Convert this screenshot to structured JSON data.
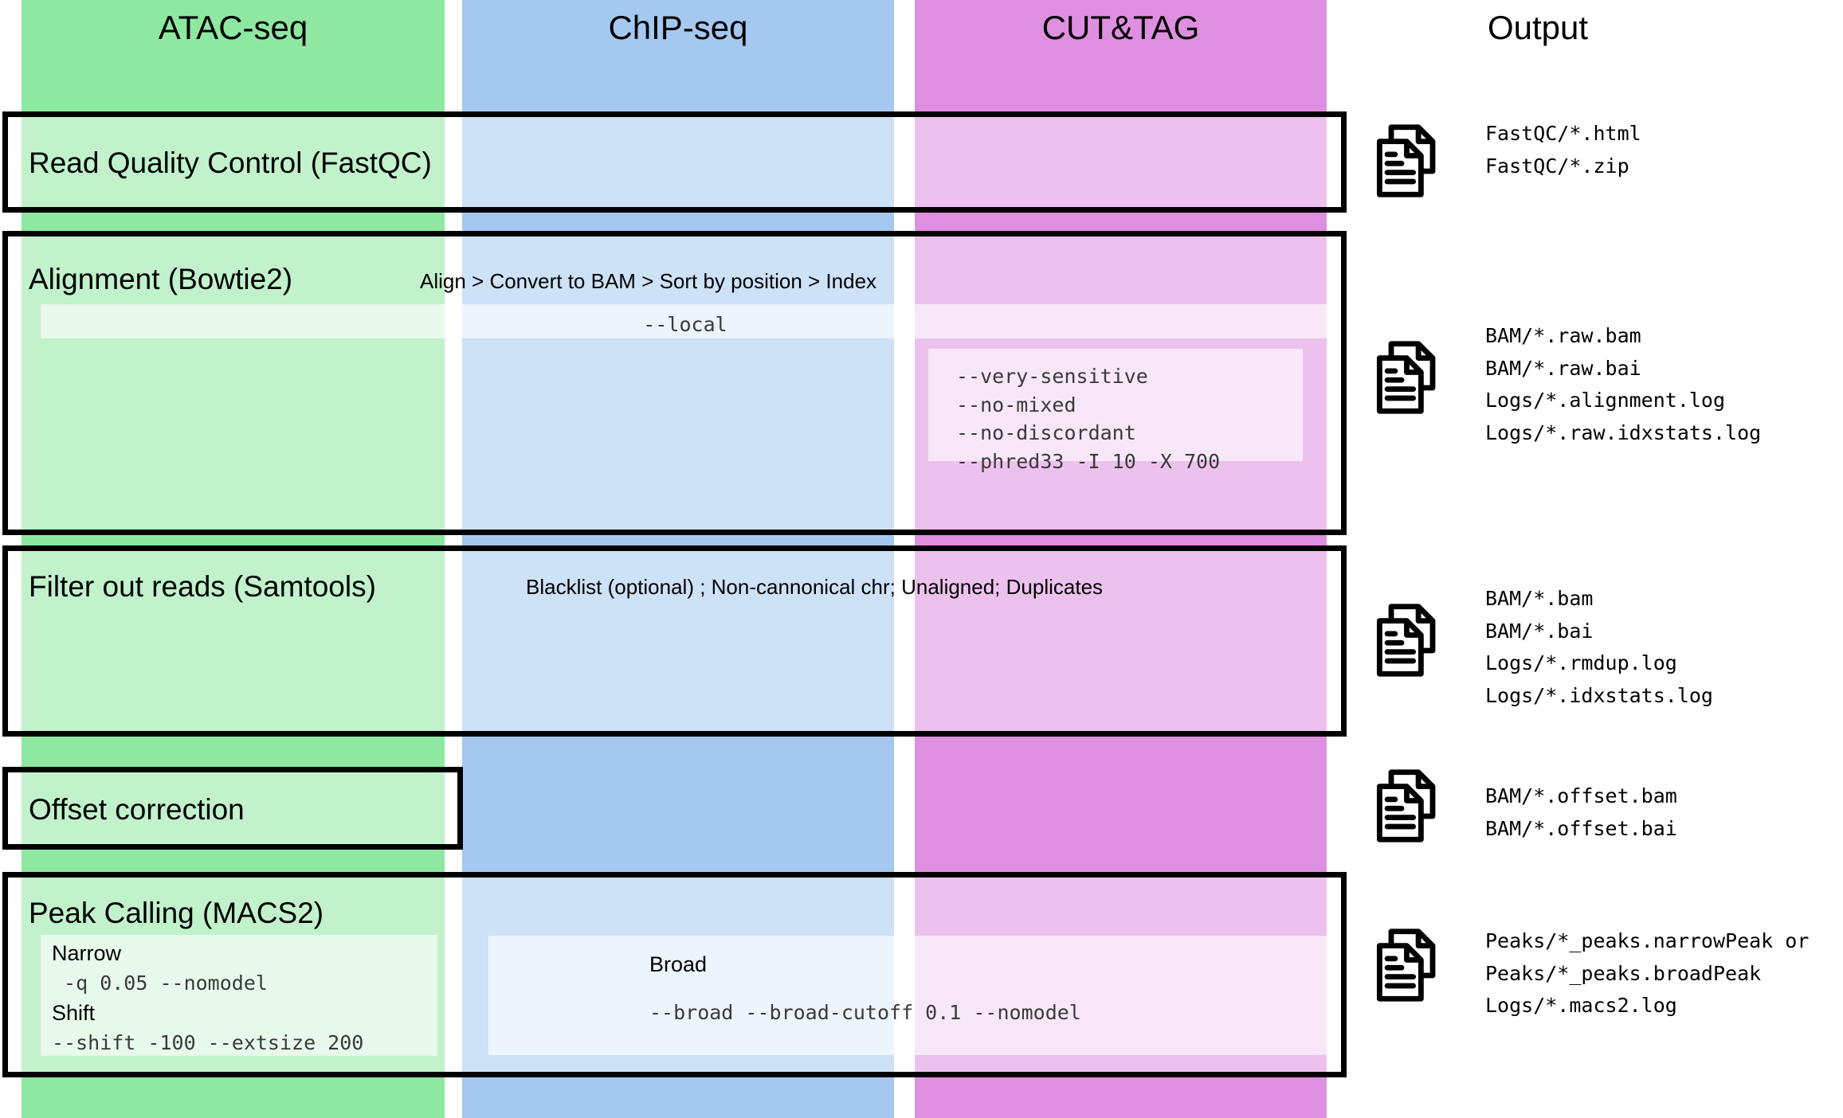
{
  "columns": [
    {
      "id": "atac",
      "label": "ATAC-seq",
      "color": "#8ee8a1"
    },
    {
      "id": "chip",
      "label": "ChIP-seq",
      "color": "#a5c8f0"
    },
    {
      "id": "cuttag",
      "label": "CUT&TAG",
      "color": "#df8fdf"
    }
  ],
  "output_header": "Output",
  "stages": [
    {
      "id": "qc",
      "title": "Read Quality Control (FastQC)",
      "subtitle": "",
      "outputs": [
        "FastQC/*.html",
        "FastQC/*.zip"
      ]
    },
    {
      "id": "alignment",
      "title": "Alignment (Bowtie2)",
      "subtitle": "Align > Convert to BAM > Sort by position > Index",
      "shared_param": "--local",
      "cuttag_params": "--very-sensitive\n--no-mixed\n--no-discordant\n--phred33 -I 10 -X 700",
      "outputs": [
        "BAM/*.raw.bam",
        "BAM/*.raw.bai",
        "Logs/*.alignment.log",
        "Logs/*.raw.idxstats.log"
      ]
    },
    {
      "id": "filter",
      "title": "Filter out reads (Samtools)",
      "subtitle": "Blacklist (optional) ; Non-cannonical chr; Unaligned; Duplicates",
      "outputs": [
        "BAM/*.bam",
        "BAM/*.bai",
        "Logs/*.rmdup.log",
        "Logs/*.idxstats.log"
      ]
    },
    {
      "id": "offset",
      "title": "Offset correction",
      "subtitle": "",
      "outputs": [
        "BAM/*.offset.bam",
        "BAM/*.offset.bai"
      ]
    },
    {
      "id": "peaks",
      "title": "Peak Calling (MACS2)",
      "subtitle": "",
      "narrow_label": "Narrow",
      "narrow_params": " -q 0.05 --nomodel",
      "shift_label": "Shift",
      "shift_params": "--shift -100 --extsize 200",
      "broad_label": "Broad",
      "broad_params": "--broad --broad-cutoff 0.1 --nomodel",
      "outputs": [
        "Peaks/*_peaks.narrowPeak or",
        "Peaks/*_peaks.broadPeak",
        "Logs/*.macs2.log"
      ]
    }
  ]
}
